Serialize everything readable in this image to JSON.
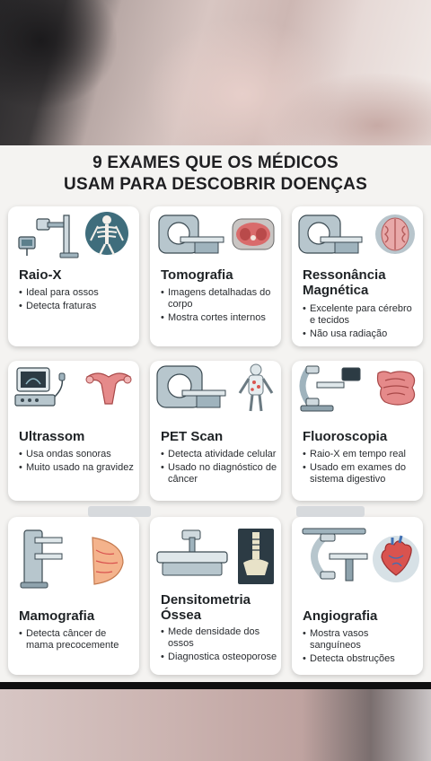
{
  "title": {
    "line1": "9 EXAMES QUE OS MÉDICOS",
    "line2": "USAM PARA DESCOBRIR DOENÇAS"
  },
  "cards": [
    {
      "name": "Raio-X",
      "bullets": [
        "Ideal para ossos",
        "Detecta fraturas"
      ]
    },
    {
      "name": "Tomografia",
      "bullets": [
        "Imagens detalhadas do corpo",
        "Mostra cortes internos"
      ]
    },
    {
      "name": "Ressonância Magnética",
      "bullets": [
        "Excelente para cérebro e tecidos",
        "Não usa radiação"
      ]
    },
    {
      "name": "Ultrassom",
      "bullets": [
        "Usa ondas sonoras",
        "Muito usado na gravidez"
      ]
    },
    {
      "name": "PET Scan",
      "bullets": [
        "Detecta atividade celular",
        "Usado no diagnóstico de câncer"
      ]
    },
    {
      "name": "Fluoroscopia",
      "bullets": [
        "Raio-X em tempo real",
        "Usado em exames do sistema digestivo"
      ]
    },
    {
      "name": "Mamografia",
      "bullets": [
        "Detecta câncer de mama precocemente"
      ]
    },
    {
      "name": "Densitometria Óssea",
      "bullets": [
        "Mede densidade dos ossos",
        "Diagnostica osteoporose"
      ]
    },
    {
      "name": "Angiografia",
      "bullets": [
        "Mostra vasos sanguíneos",
        "Detecta obstruções"
      ]
    }
  ],
  "colors": {
    "machine": "#9fb3bd",
    "accent_teal": "#3f7f8a",
    "organ_red": "#d9534f",
    "text_dark": "#1f2326"
  }
}
